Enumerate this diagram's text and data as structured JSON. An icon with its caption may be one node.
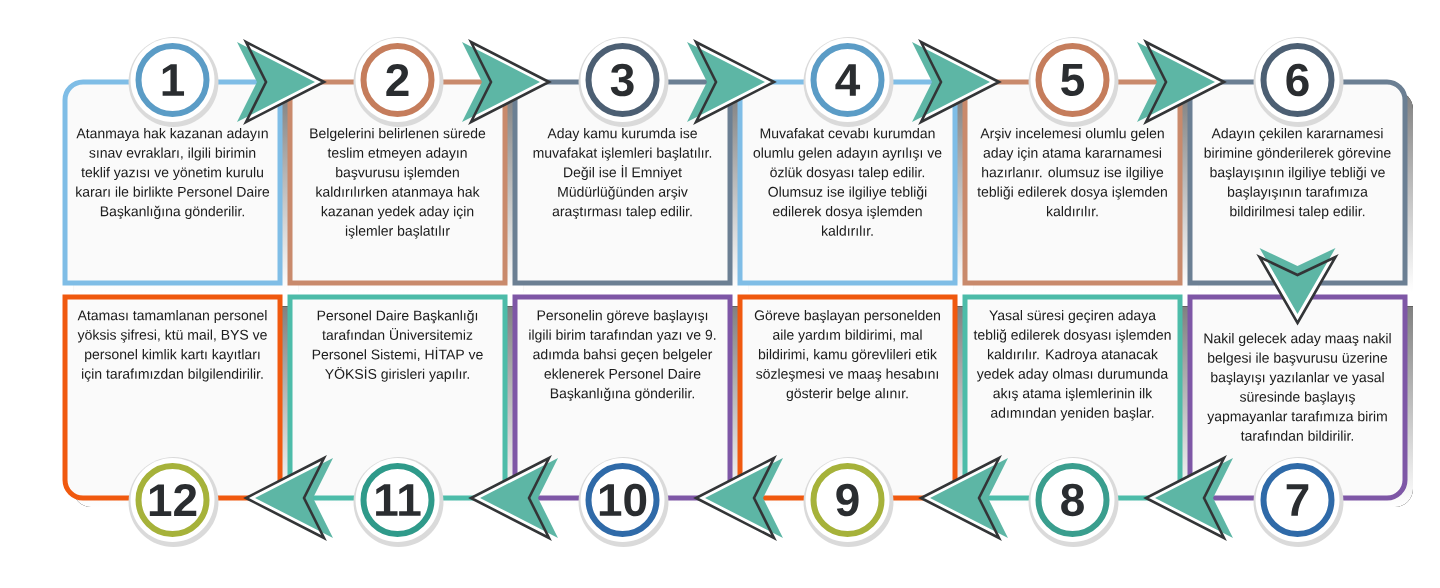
{
  "diagram": {
    "nodes": [
      {
        "text": [
          "1",
          "Atanmaya hak kazanan adayın sınav evrakları, ilgili birimin teklif yazısı ve yönetim kurulu kararı ile birlikte Personel Daire Başkanlığına gönderilir."
        ]
      },
      {
        "text": [
          "2",
          "Belgelerini belirlenen sürede teslim etmeyen adayın başvurusu işlemden kaldırılırken atanmaya hak kazanan yedek aday için işlemler başlatılır"
        ]
      },
      {
        "text": [
          "3",
          "Aday kamu kurumda ise muvafakat işlemleri başlatılır. Değil ise İl Emniyet Müdürlüğünden arşiv araştırması talep edilir."
        ]
      },
      {
        "text": [
          "4",
          "Muvafakat cevabı kurumdan olumlu gelen adayın ayrılışı ve özlük dosyası talep edilir. Olumsuz ise ilgiliye tebliği edilerek dosya işlemden kaldırılır."
        ]
      },
      {
        "text": [
          "5",
          "Arşiv incelemesi olumlu gelen aday için atama kararnamesi hazırlanır. olumsuz ise ilgiliye tebliği edilerek dosya işlemden kaldırılır."
        ]
      },
      {
        "text": [
          "6",
          "Adayın çekilen kararnamesi birimine gönderilerek görevine başlayışının ilgiliye tebliği ve başlayışının tarafımıza bildirilmesi talep edilir."
        ]
      },
      {
        "text": [
          "Nakil gelecek aday maaş nakil belgesi ile başvurusu üzerine başlayışı yazılanlar ve yasal süresinde başlayış yapmayanlar tarafımıza birim tarafından bildirilir.",
          "7"
        ]
      },
      {
        "text": [
          "Yasal süresi geçiren adaya tebliğ edilerek dosyası işlemden kaldırılır. Kadroya atanacak yedek aday olması durumunda akış atama işlemlerinin ilk adımından yeniden başlar.",
          "8"
        ]
      },
      {
        "text": [
          "Göreve başlayan personelden aile yardım bildirimi, mal bildirimi, kamu görevlileri etik sözleşmesi ve maaş hesabını gösterir belge alınır.",
          "9"
        ]
      },
      {
        "text": [
          "Personelin göreve başlayışı ilgili birim tarafından yazı ve 9. adımda bahsi geçen belgeler eklenerek Personel Daire Başkanlığına gönderilir.",
          "10"
        ]
      },
      {
        "text": [
          "Personel Daire Başkanlığı tarafından Üniversitemiz Personel Sistemi, HİTAP ve YÖKSİS girisleri yapılır.",
          "11"
        ]
      },
      {
        "text": [
          "Ataması tamamlanan personel yöksis şifresi, ktü mail, BYS ve personel kimlik kartı kayıtları için tarafımızdan bilgilendirilir.",
          "12"
        ]
      }
    ],
    "edges": [
      {
        "from": 0,
        "to": 1,
        "arrow": "to"
      },
      {
        "from": 1,
        "to": 2,
        "arrow": "to"
      },
      {
        "from": 2,
        "to": 3,
        "arrow": "to"
      },
      {
        "from": 3,
        "to": 4,
        "arrow": "to"
      },
      {
        "from": 4,
        "to": 5,
        "arrow": "to"
      },
      {
        "from": 5,
        "to": 6,
        "arrow": "to"
      },
      {
        "from": 6,
        "to": 7,
        "arrow": "to"
      },
      {
        "from": 7,
        "to": 8,
        "arrow": "to"
      },
      {
        "from": 8,
        "to": 9,
        "arrow": "to"
      },
      {
        "from": 9,
        "to": 10,
        "arrow": "to"
      },
      {
        "from": 10,
        "to": 11,
        "arrow": "to"
      }
    ]
  }
}
